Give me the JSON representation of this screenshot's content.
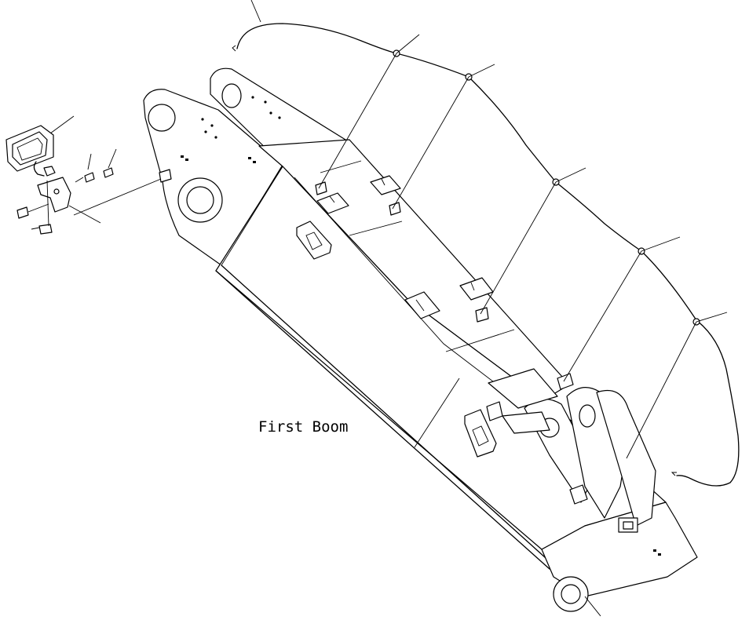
{
  "drawing": {
    "caption": "First Boom",
    "components": [
      "boom-body",
      "work-lamp-assembly",
      "wiring-harness",
      "harness-clamps",
      "leader-lines"
    ]
  }
}
